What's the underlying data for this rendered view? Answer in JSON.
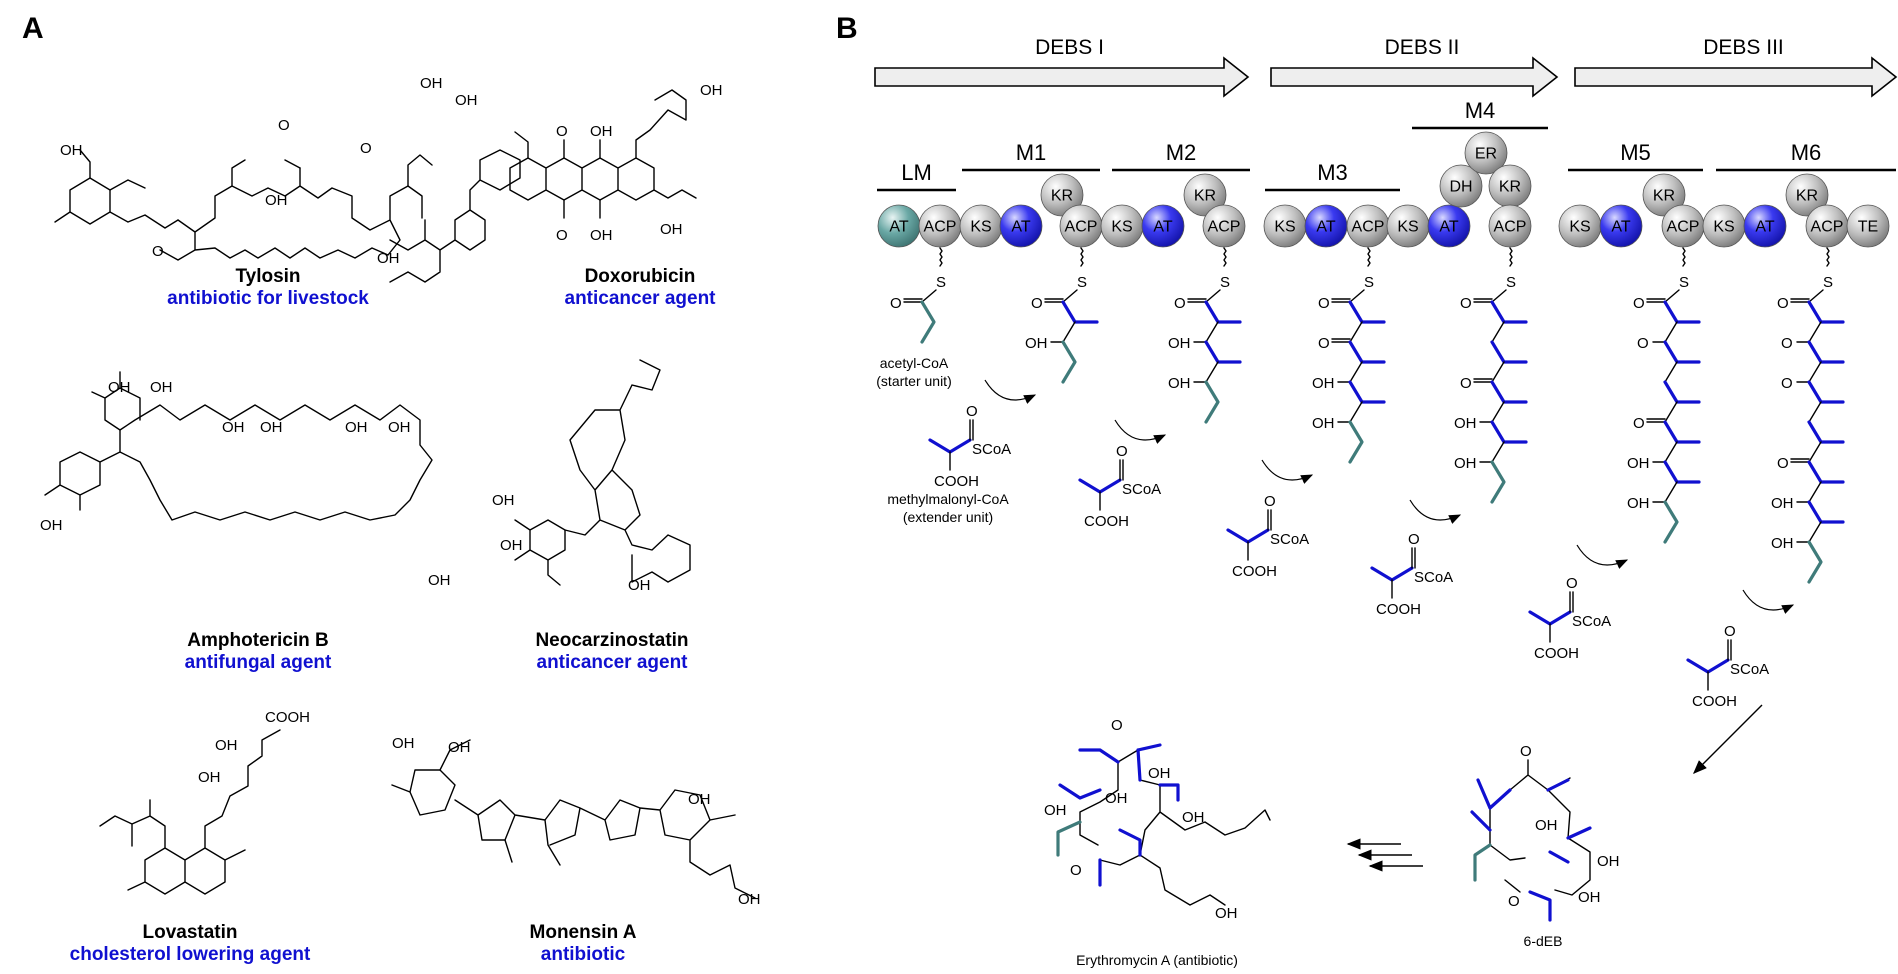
{
  "panel_a": {
    "letter": "A",
    "compounds": [
      {
        "name": "Tylosin",
        "use": "antibiotic for livestock"
      },
      {
        "name": "Doxorubicin",
        "use": "anticancer agent"
      },
      {
        "name": "Amphotericin B",
        "use": "antifungal agent"
      },
      {
        "name": "Neocarzinostatin",
        "use": "anticancer agent"
      },
      {
        "name": "Lovastatin",
        "use": "cholesterol lowering agent"
      },
      {
        "name": "Monensin A",
        "use": "antibiotic"
      }
    ]
  },
  "panel_b": {
    "letter": "B",
    "proteins": [
      "DEBS I",
      "DEBS II",
      "DEBS III"
    ],
    "modules": [
      "LM",
      "M1",
      "M2",
      "M3",
      "M4",
      "M5",
      "M6"
    ],
    "domains": {
      "LM": [
        "AT",
        "ACP"
      ],
      "M1": [
        "KS",
        "AT",
        "KR",
        "ACP"
      ],
      "M2": [
        "KS",
        "AT",
        "KR",
        "ACP"
      ],
      "M3": [
        "KS",
        "AT",
        "ACP"
      ],
      "M4": [
        "KS",
        "AT",
        "DH",
        "ER",
        "KR",
        "ACP"
      ],
      "M5": [
        "KS",
        "AT",
        "KR",
        "ACP"
      ],
      "M6": [
        "KS",
        "AT",
        "KR",
        "ACP",
        "TE"
      ]
    },
    "starter_label": [
      "acetyl-CoA",
      "(starter unit)"
    ],
    "extender_label": [
      "methylmalonyl-CoA",
      "(extender unit)"
    ],
    "extender_atoms": {
      "o": "O",
      "scoa": "SCoA",
      "cooh": "COOH"
    },
    "atoms": {
      "s": "S",
      "o": "O",
      "oh": "OH"
    },
    "product_label": "6-dEB",
    "final_label": "Erythromycin A (antibiotic)",
    "colors": {
      "at_loading": "#5a9b98",
      "at": "#2323e0",
      "domain_gray": "#a9a9a9",
      "extender_blue": "#1010d0",
      "starter_teal": "#3f7b7a",
      "use_text_blue": "#1010d0",
      "arrow_fill": "#eeeeee"
    }
  }
}
